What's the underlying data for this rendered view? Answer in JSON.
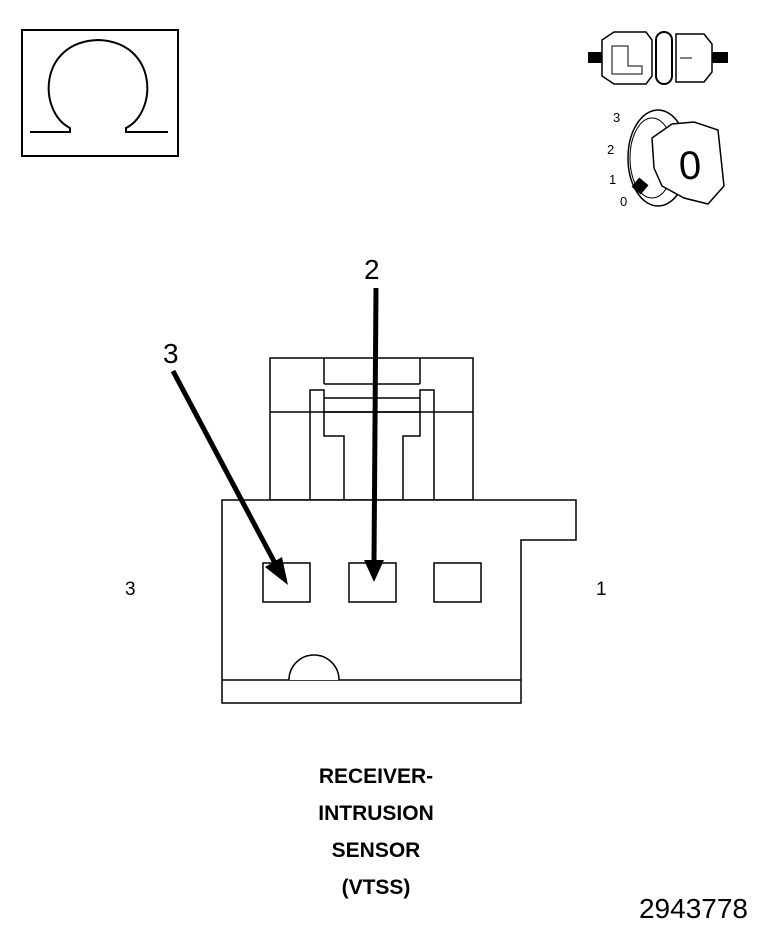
{
  "meter_icon": {
    "symbol": "Ω",
    "name": "ohm-meter-icon"
  },
  "key_icon": {
    "positions": [
      "3",
      "2",
      "1",
      "0"
    ],
    "current": "0"
  },
  "callouts": {
    "pin_a": "3",
    "pin_b": "2"
  },
  "side_labels": {
    "left": "3",
    "right": "1"
  },
  "caption": {
    "line1": "RECEIVER-",
    "line2": "INTRUSION",
    "line3": "SENSOR",
    "line4": "(VTSS)"
  },
  "document_number": "2943778",
  "colors": {
    "line": "#000000",
    "fill": "#ffffff"
  }
}
